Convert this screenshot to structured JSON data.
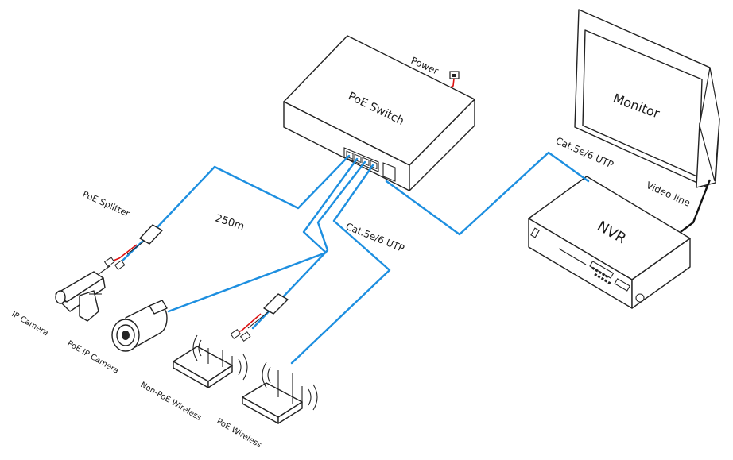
{
  "labels": {
    "poe_switch": "PoE Switch",
    "power": "Power",
    "monitor": "Monitor",
    "nvr": "NVR",
    "video_line": "Video line",
    "cat_utp_top": "Cat.5e/6 UTP",
    "cat_utp_bottom": "Cat.5e/6 UTP",
    "distance": "250m",
    "poe_splitter": "PoE Splitter",
    "ip_camera": "IP Camera",
    "poe_ip_camera": "PoE IP Camera",
    "non_poe_wireless": "Non-PoE Wireless",
    "poe_wireless": "PoE Wireless"
  },
  "colors": {
    "cable": "#1d8fe0",
    "power_cable": "#dd1111",
    "outline": "#222222"
  }
}
